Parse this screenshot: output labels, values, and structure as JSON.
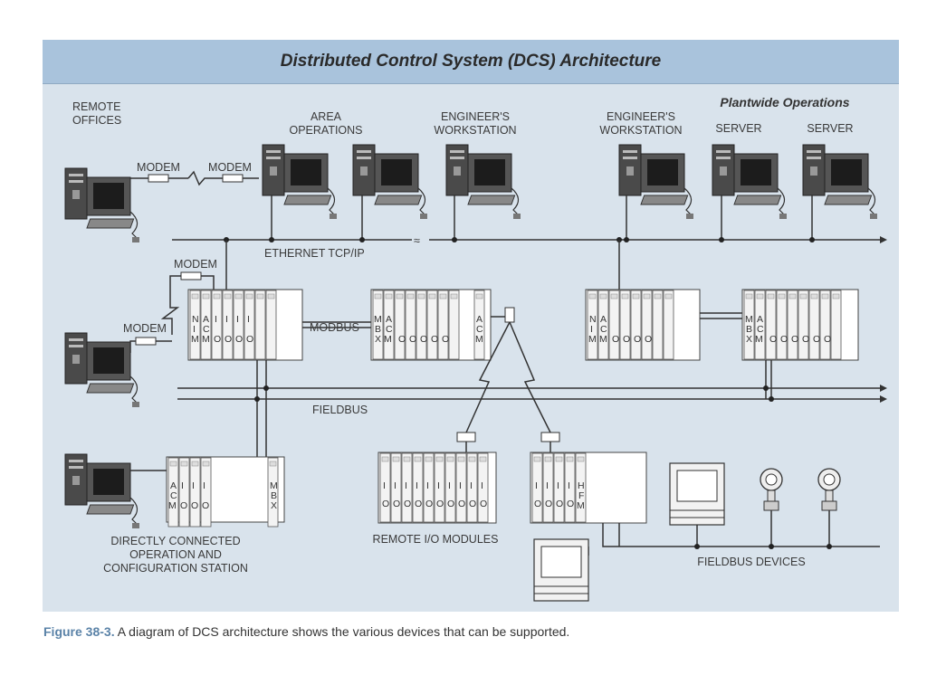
{
  "diagram": {
    "title": "Distributed Control System (DCS) Architecture",
    "plantwide": "Plantwide Operations",
    "labels": {
      "remote_offices_1": "REMOTE",
      "remote_offices_2": "OFFICES",
      "area_ops_1": "AREA",
      "area_ops_2": "OPERATIONS",
      "eng_ws_1": "ENGINEER'S",
      "eng_ws_2": "WORKSTATION",
      "eng_ws2_1": "ENGINEER'S",
      "eng_ws2_2": "WORKSTATION",
      "server_1": "SERVER",
      "server_2": "SERVER",
      "modem_1": "MODEM",
      "modem_2": "MODEM",
      "modem_3": "MODEM",
      "modem_4": "MODEM",
      "ethernet": "ETHERNET TCP/IP",
      "modbus": "MODBUS",
      "fieldbus": "FIELDBUS",
      "direct_1": "DIRECTLY CONNECTED",
      "direct_2": "OPERATION AND",
      "direct_3": "CONFIGURATION STATION",
      "remote_io": "REMOTE I/O MODULES",
      "fieldbus_devices": "FIELDBUS DEVICES"
    }
  },
  "caption": {
    "figure": "Figure 38-3.",
    "text": " A diagram of DCS architecture shows the various devices that can be supported."
  }
}
